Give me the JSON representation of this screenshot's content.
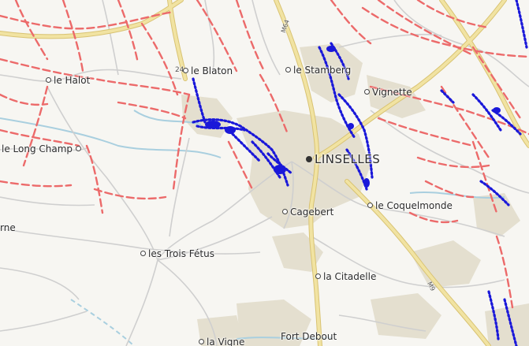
{
  "map": {
    "colors": {
      "background": "#f7f6f2",
      "urban_area": "#e4dfcf",
      "minor_road": "#cfcfcf",
      "major_road": "#f1e3a2",
      "major_road_edge": "#d9c373",
      "water": "#a9cfdf",
      "overlay_red": "#ec6a6a",
      "overlay_blue": "#1a18d9"
    },
    "road_shields": {
      "m64": "M64",
      "m9": "M9",
      "n24": "24"
    },
    "places": {
      "le_halot": "le Halot",
      "le_blaton": "le Blaton",
      "le_stamberg": "le Stamberg",
      "vignette": "Vignette",
      "le_long_champ": "le Long Champ",
      "linselles": "LINSELLES",
      "le_coquelmonde": "le Coquelmonde",
      "cagebert": "Cagebert",
      "rne": "rne",
      "les_trois_fetus": "les Trois Fétus",
      "la_citadelle": "la Citadelle",
      "fort_debout": "Fort Debout",
      "la_vigne": "la Vigne"
    }
  }
}
